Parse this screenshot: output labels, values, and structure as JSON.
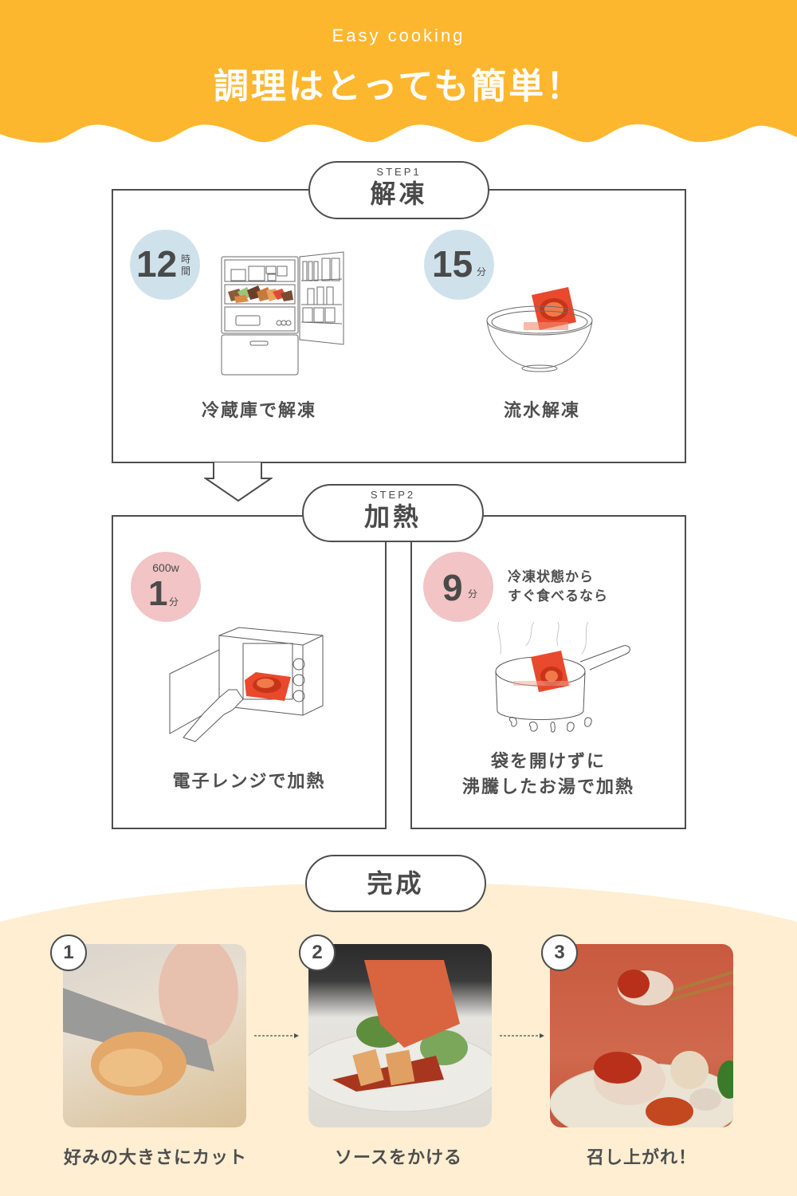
{
  "header": {
    "subtitle": "Easy cooking",
    "title": "調理はとっても簡単！",
    "color": "#fdb72f"
  },
  "step1": {
    "step_label": "STEP1",
    "title": "解凍",
    "methods": [
      {
        "badge_number": "12",
        "badge_unit_line1": "時",
        "badge_unit_line2": "間",
        "badge_color": "#cfe2ec",
        "illustration": "refrigerator-illustration",
        "caption": "冷蔵庫で解凍"
      },
      {
        "badge_number": "15",
        "badge_unit": "分",
        "badge_color": "#cfe2ec",
        "illustration": "bowl-running-water-illustration",
        "caption": "流水解凍"
      }
    ]
  },
  "step2": {
    "step_label": "STEP2",
    "title": "加熱",
    "methods": [
      {
        "badge_top": "600w",
        "badge_number": "1",
        "badge_unit": "分",
        "badge_color": "#f2c4c5",
        "illustration": "microwave-illustration",
        "caption": "電子レンジで加熱"
      },
      {
        "badge_number": "9",
        "badge_unit": "分",
        "badge_color": "#f2c4c5",
        "note_line1": "冷凍状態から",
        "note_line2": "すぐ食べるなら",
        "illustration": "boiling-pot-illustration",
        "caption_line1": "袋を開けずに",
        "caption_line2": "沸騰したお湯で加熱"
      }
    ]
  },
  "finish": {
    "title": "完成",
    "background_color": "#ffeed2",
    "steps": [
      {
        "number": "1",
        "photo": "cutting-chicken-photo",
        "caption": "好みの大きさにカット"
      },
      {
        "number": "2",
        "photo": "pouring-sauce-photo",
        "caption": "ソースをかける"
      },
      {
        "number": "3",
        "photo": "served-chicken-photo",
        "caption": "召し上がれ！"
      }
    ]
  }
}
